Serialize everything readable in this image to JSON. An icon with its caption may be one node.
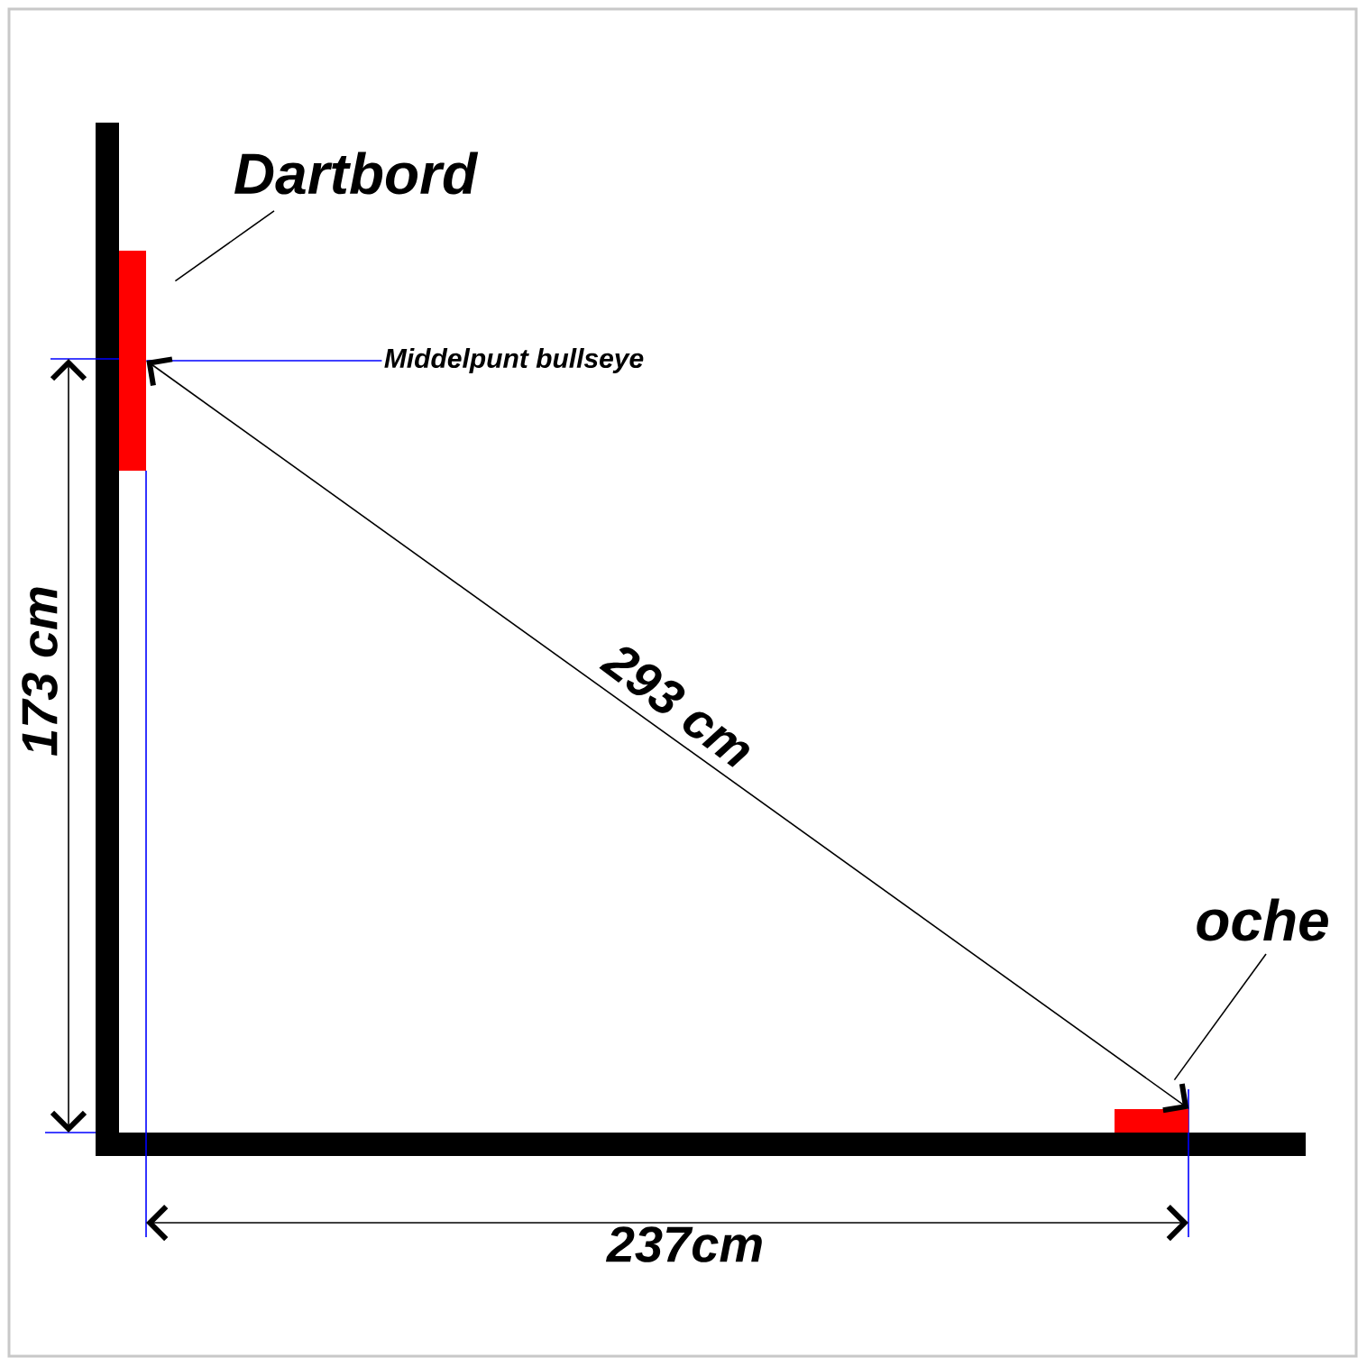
{
  "diagram": {
    "nodes": [
      {
        "text": [
          "Dartbord"
        ]
      },
      {
        "text": [],
        "shape": "box"
      },
      {
        "text": [
          "Middelpunt bullseye"
        ]
      },
      {
        "text": [
          "oche"
        ]
      },
      {
        "text": [],
        "shape": "box"
      }
    ],
    "edges": [
      {
        "from": 0,
        "to": 1,
        "arrow": "none"
      },
      {
        "from": 2,
        "to": 1,
        "arrow": "none",
        "color": "#0000ff"
      },
      {
        "from": 3,
        "to": 4,
        "arrow": "none"
      },
      {
        "from": 1,
        "to": 4,
        "arrow": "both",
        "label": "293 cm"
      }
    ],
    "labels": [
      "173 cm",
      "237cm"
    ]
  }
}
